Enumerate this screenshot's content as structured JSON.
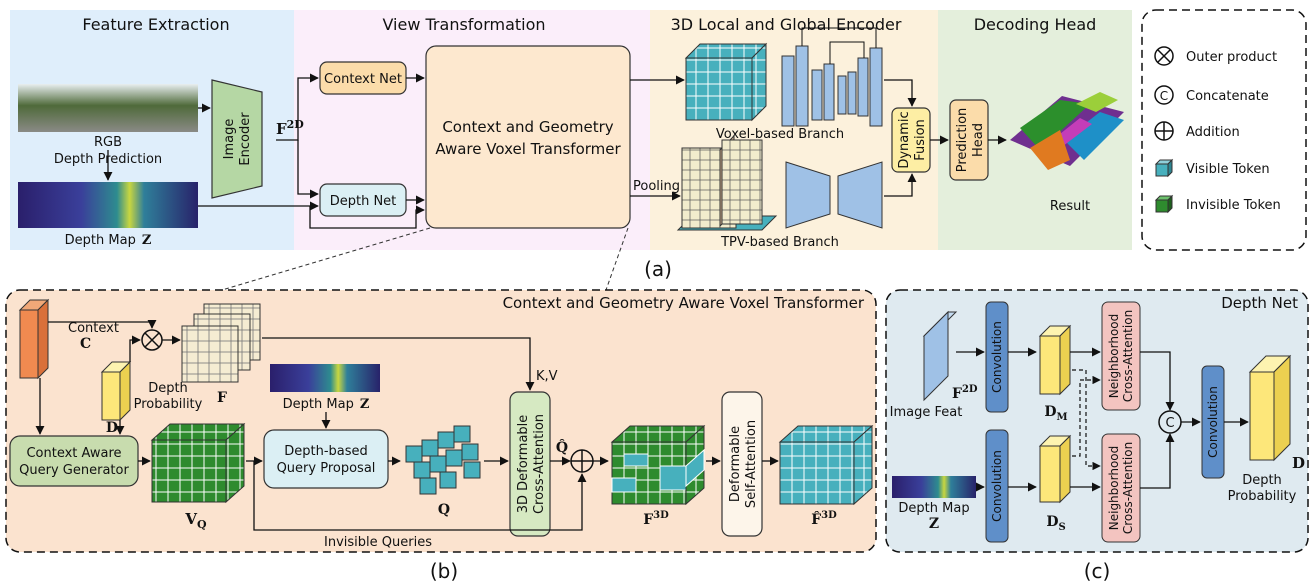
{
  "section_a": {
    "label": "(a)",
    "feature_extraction": {
      "title": "Feature Extraction",
      "rgb_label": "RGB",
      "depth_prediction": "Depth Prediction",
      "depth_map": "Depth Map",
      "depth_map_sym": "Z",
      "image_encoder_1": "Image",
      "image_encoder_2": "Encoder",
      "f2d": "F",
      "f2d_sup": "2D"
    },
    "view_transformation": {
      "title": "View Transformation",
      "context_net": "Context Net",
      "depth_net": "Depth Net",
      "transformer_1": "Context and Geometry",
      "transformer_2": "Aware Voxel Transformer"
    },
    "encoder": {
      "title": "3D Local and Global Encoder",
      "voxel_branch": "Voxel-based Branch",
      "tpv_branch": "TPV-based Branch",
      "pooling": "Pooling",
      "dynamic_1": "Dynamic",
      "dynamic_2": "Fusion"
    },
    "decoding": {
      "title": "Decoding Head",
      "pred_1": "Prediction",
      "pred_2": "Head",
      "result": "Result"
    },
    "legend": [
      {
        "symbol": "⊗",
        "label": "Outer product"
      },
      {
        "symbol": "C",
        "label": "Concatenate"
      },
      {
        "symbol": "⊕",
        "label": "Addition"
      },
      {
        "symbol": "cube-cyan",
        "label": "Visible Token"
      },
      {
        "symbol": "cube-green",
        "label": "Invisible Token"
      }
    ]
  },
  "section_b": {
    "label": "(b)",
    "title": "Context and Geometry Aware Voxel Transformer",
    "context": "Context",
    "context_sym": "C",
    "depth_prob": "Depth",
    "depth_prob_2": "Probability",
    "depth_sym": "D",
    "f_sym": "F",
    "depth_map": "Depth Map",
    "depth_map_sym": "Z",
    "kv": "K,V",
    "query_gen_1": "Context Aware",
    "query_gen_2": "Query Generator",
    "vq": "V",
    "vq_sub": "Q",
    "proposal_1": "Depth-based",
    "proposal_2": "Query Proposal",
    "q_sym": "Q",
    "qhat": "Q̂",
    "cross_attn_1": "3D Deformable",
    "cross_attn_2": "Cross-Attention",
    "invisible_queries": "Invisible Queries",
    "f3d": "F",
    "f3d_sup": "3D",
    "self_attn_1": "Deformable",
    "self_attn_2": "Self-Attention",
    "fhat3d": "F̂",
    "fhat3d_sup": "3D"
  },
  "section_c": {
    "label": "(c)",
    "title": "Depth Net",
    "f2d": "F",
    "f2d_sup": "2D",
    "image_feat": "Image Feat",
    "conv": "Convolution",
    "dm": "D",
    "dm_sub": "M",
    "ds": "D",
    "ds_sub": "S",
    "nca_1": "Neighborhood",
    "nca_2": "Cross-Attention",
    "concat": "C",
    "depth_map": "Depth Map",
    "depth_map_sym": "Z",
    "depth_prob_1": "Depth",
    "depth_prob_2": "Probability",
    "d_sym": "D"
  },
  "colors": {
    "feature_bg": "#dfeefb",
    "view_bg": "#fbeefa",
    "encoder_bg": "#fcf1dc",
    "decoding_bg": "#e4efdc",
    "panel_b_bg": "#fbe3cf",
    "panel_c_bg": "#dfeaf0",
    "green_box": "#b5d7a4",
    "orange_box": "#fbdcaa",
    "cyan_box": "#dbeff4",
    "blue_cube": "#9fc1e6",
    "yellow_box": "#fdeea4",
    "red_box": "#f3c4c0",
    "navy_box": "#5f8fc9"
  }
}
